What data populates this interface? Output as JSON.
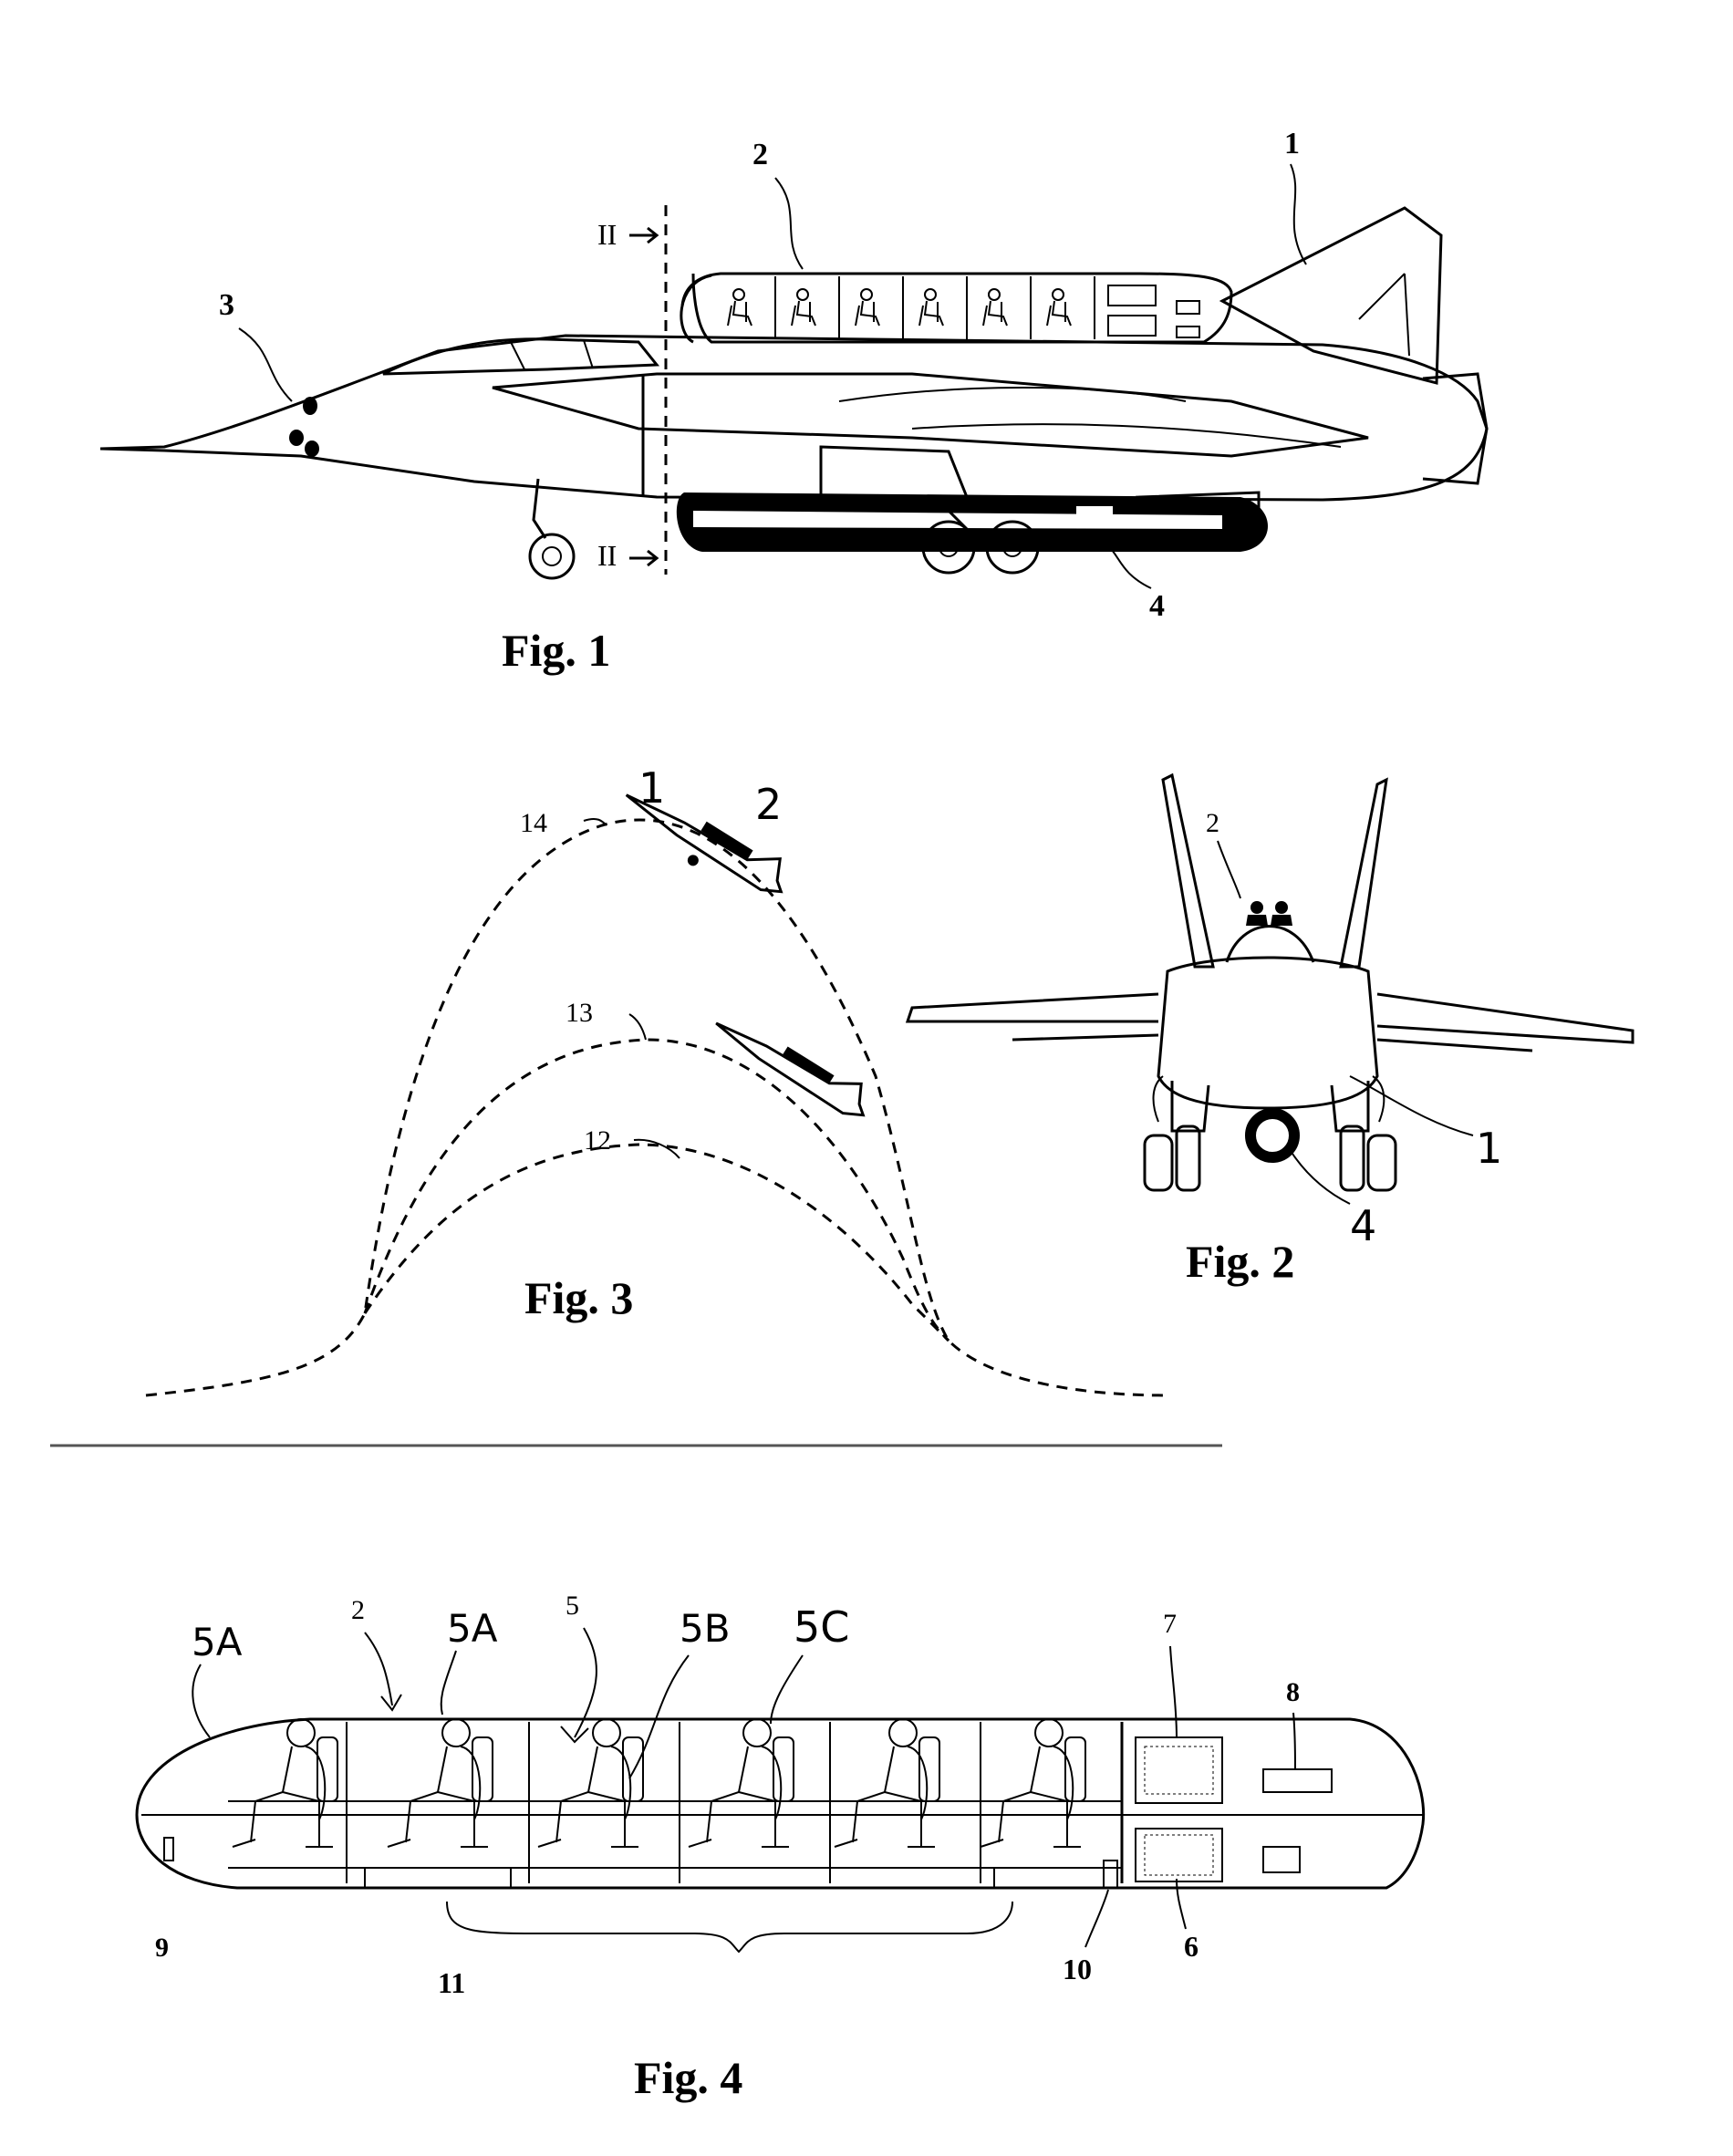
{
  "figures": {
    "fig1": {
      "caption": "Fig. 1",
      "labels": {
        "aircraft": "1",
        "cabin_module": "2",
        "nose_sensor": "3",
        "fuel_tank": "4"
      },
      "section_marker": "II"
    },
    "fig2": {
      "caption": "Fig. 2",
      "labels": {
        "cabin_module": "2",
        "aircraft": "1",
        "fuel_tank": "4"
      }
    },
    "fig3": {
      "caption": "Fig. 3",
      "labels": {
        "aircraft": "1",
        "cabin_module": "2",
        "trajectory_low": "12",
        "trajectory_mid": "13",
        "trajectory_high": "14"
      }
    },
    "fig4": {
      "caption": "Fig. 4",
      "labels": {
        "module": "2",
        "front_section": "5A",
        "second_section": "5A",
        "passenger_seat": "5",
        "seat_part": "5B",
        "seat_row": "5C",
        "equipment_upper": "7",
        "small_panel": "8",
        "front_fitting": "9",
        "rear_fitting": "10",
        "floor_elements": "11",
        "equipment_lower": "6"
      }
    }
  },
  "colors": {
    "ink": "#000000",
    "paper": "#ffffff"
  },
  "counts": {
    "passengers_fig1": 6,
    "passengers_fig4": 6
  }
}
